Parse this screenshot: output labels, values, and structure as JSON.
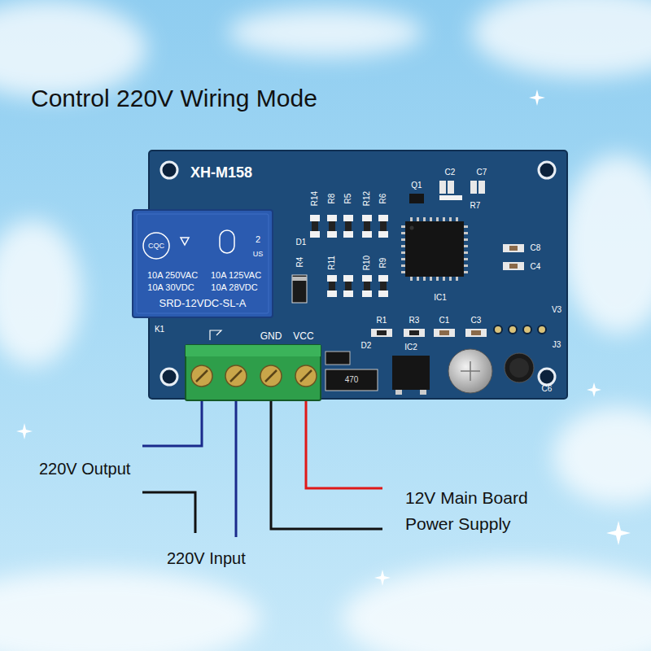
{
  "diagram": {
    "title": "Control 220V Wiring Mode",
    "labels": [
      "XH-M158",
      "R14",
      "R8",
      "R5",
      "R12",
      "R6",
      "Q1",
      "C2",
      "C7",
      "R7",
      "D1",
      "R4",
      "R11",
      "R10",
      "R9",
      "IC1",
      "C8",
      "C4",
      "K1",
      "GND",
      "VCC",
      "R1",
      "R3",
      "C1",
      "C3",
      "V3",
      "J3",
      "D2",
      "IC2",
      "470",
      "C6",
      "CQC",
      "2",
      "US",
      "10A 250VAC",
      "10A 125VAC",
      "10A 30VDC",
      "10A 28VDC",
      "SRD-12VDC-SL-A",
      "220V Output",
      "220V Input",
      "12V Main Board Power Supply"
    ]
  }
}
